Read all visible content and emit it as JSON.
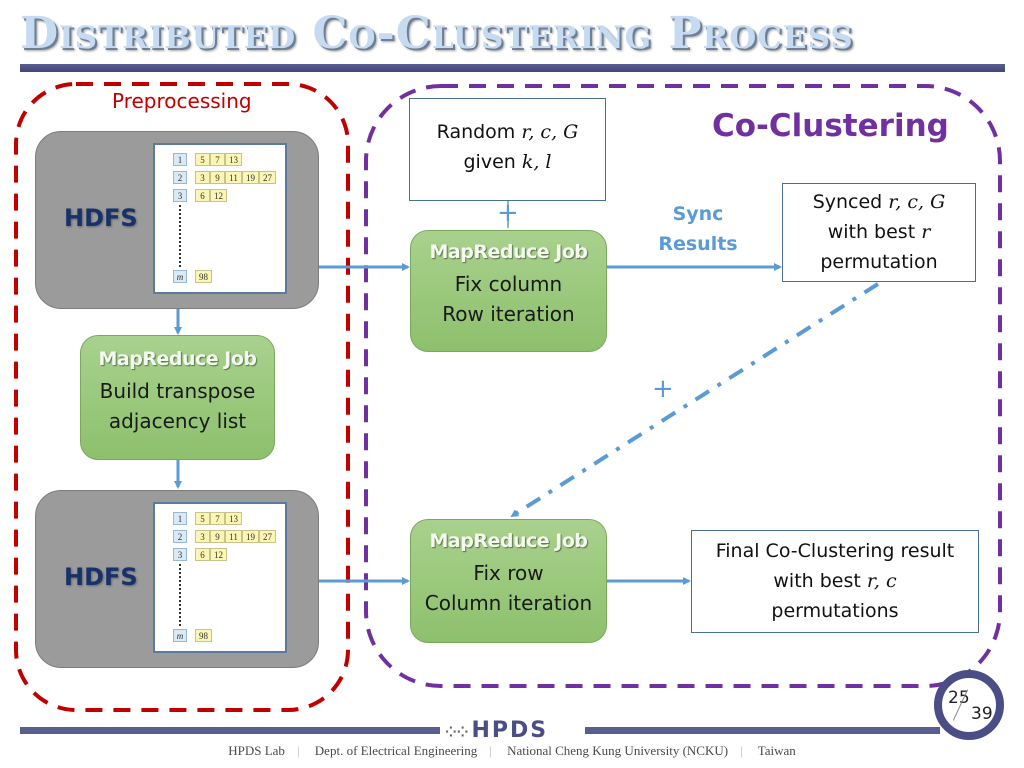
{
  "title": "Distributed Co-Clustering Process",
  "preprocessing": {
    "label": "Preprocessing",
    "hdfs_top": {
      "label": "HDFS"
    },
    "mapreduce": {
      "title": "MapReduce Job",
      "line1": "Build transpose",
      "line2": "adjacency list"
    },
    "hdfs_bottom": {
      "label": "HDFS"
    }
  },
  "adjacency_list": {
    "rows": [
      {
        "index": "1",
        "values": [
          "5",
          "7",
          "13"
        ]
      },
      {
        "index": "2",
        "values": [
          "3",
          "9",
          "11",
          "19",
          "27"
        ]
      },
      {
        "index": "3",
        "values": [
          "6",
          "12"
        ]
      },
      {
        "index": "m",
        "values": [
          "98"
        ]
      }
    ]
  },
  "co_clustering": {
    "label": "Co-Clustering",
    "init_box": {
      "text1": "Random ",
      "math1": "r, c, G",
      "text2": "given ",
      "math2": "k, l"
    },
    "plus_symbol": "+",
    "job_row": {
      "title": "MapReduce Job",
      "line1": "Fix column",
      "line2": "Row iteration"
    },
    "sync_label": {
      "line1": "Sync",
      "line2": "Results"
    },
    "synced_box": {
      "text1": "Synced ",
      "math1": "r, c, G",
      "text2": "with best ",
      "math2": "r",
      "line3": "permutation"
    },
    "job_col": {
      "title": "MapReduce Job",
      "line1": "Fix row",
      "line2": "Column iteration"
    },
    "final_box": {
      "line1": "Final Co-Clustering result",
      "text2": "with best ",
      "math2": "r, c",
      "line3": "permutations"
    }
  },
  "colors": {
    "preprocessing_border": "#c00000",
    "co_clustering_border": "#7030a0",
    "arrow": "#5b9bd5",
    "mapreduce_fill": "#a9d18e",
    "hdfs_fill": "#9b9b9b",
    "title": "#c6dbf1"
  },
  "footer": {
    "logo": "HPDS",
    "items": [
      "HPDS Lab",
      "Dept. of Electrical Engineering",
      "National Cheng Kung University (NCKU)",
      "Taiwan"
    ]
  },
  "page": {
    "current": "25",
    "total": "39"
  }
}
